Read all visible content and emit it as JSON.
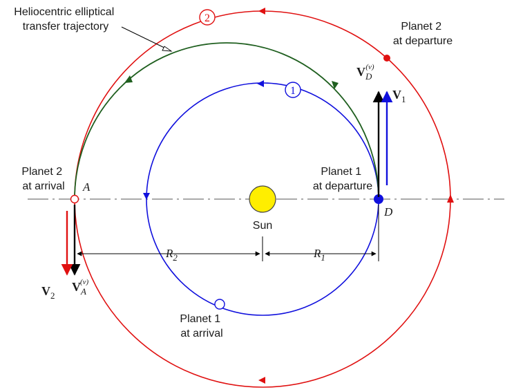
{
  "labels": {
    "transfer_title_line1": "Heliocentric elliptical",
    "transfer_title_line2": "transfer trajectory",
    "planet2_departure_line1": "Planet 2",
    "planet2_departure_line2": "at departure",
    "planet2_arrival_line1": "Planet 2",
    "planet2_arrival_line2": "at arrival",
    "planet1_departure_line1": "Planet 1",
    "planet1_departure_line2": "at departure",
    "planet1_arrival_line1": "Planet 1",
    "planet1_arrival_line2": "at arrival",
    "sun": "Sun",
    "point_a": "A",
    "point_d": "D",
    "orbit1_number": "1",
    "orbit2_number": "2"
  },
  "vectors": {
    "v1": {
      "base": "V",
      "sub": "1"
    },
    "v2": {
      "base": "V",
      "sub": "2"
    },
    "vd": {
      "base": "V",
      "sub": "D",
      "sup": "(v)"
    },
    "va": {
      "base": "V",
      "sub": "A",
      "sup": "(v)"
    }
  },
  "dimensions": {
    "r1": {
      "base": "R",
      "sub": "1"
    },
    "r2": {
      "base": "R",
      "sub": "2"
    }
  },
  "colors": {
    "orbit1": "#1010dd",
    "orbit2": "#e01010",
    "transfer": "#1f5f1f",
    "sun": "#ffee00",
    "vector": "#000000"
  }
}
